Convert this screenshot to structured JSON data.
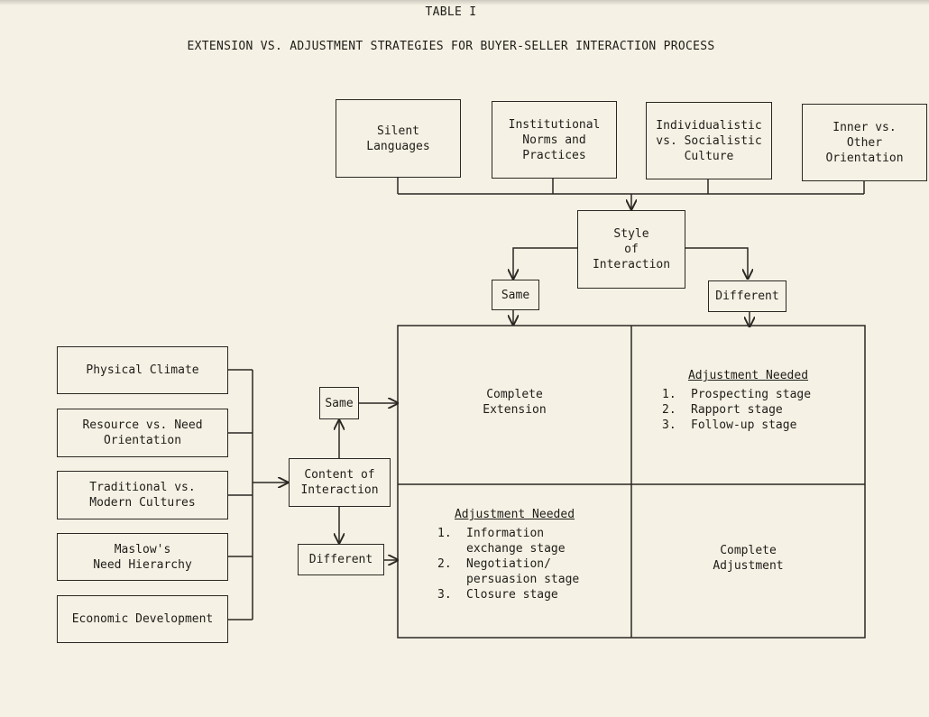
{
  "header": {
    "table_label": "TABLE I",
    "title": "EXTENSION VS. ADJUSTMENT STRATEGIES FOR BUYER-SELLER INTERACTION PROCESS"
  },
  "style_factors": [
    {
      "line1": "Silent",
      "line2": "Languages",
      "line3": ""
    },
    {
      "line1": "Institutional",
      "line2": "Norms and",
      "line3": "Practices"
    },
    {
      "line1": "Individualistic",
      "line2": "vs. Socialistic",
      "line3": "Culture"
    },
    {
      "line1": "Inner vs.",
      "line2": "Other",
      "line3": "Orientation"
    }
  ],
  "style_node": {
    "line1": "Style",
    "line2": "of",
    "line3": "Interaction"
  },
  "style_branches": {
    "same": "Same",
    "different": "Different"
  },
  "content_factors": [
    {
      "line1": "Physical Climate",
      "line2": ""
    },
    {
      "line1": "Resource vs. Need",
      "line2": "Orientation"
    },
    {
      "line1": "Traditional vs.",
      "line2": "Modern Cultures"
    },
    {
      "line1": "Maslow's",
      "line2": "Need Hierarchy"
    },
    {
      "line1": "Economic Development",
      "line2": ""
    }
  ],
  "content_node": {
    "line1": "Content of",
    "line2": "Interaction"
  },
  "content_branches": {
    "same": "Same",
    "different": "Different"
  },
  "matrix": {
    "same_same": {
      "line1": "Complete",
      "line2": "Extension"
    },
    "same_different": {
      "title": "Adjustment Needed",
      "items": [
        {
          "num": "1.",
          "text": "Prospecting stage"
        },
        {
          "num": "2.",
          "text": "Rapport stage"
        },
        {
          "num": "3.",
          "text": "Follow-up stage"
        }
      ]
    },
    "different_same": {
      "title": "Adjustment Needed",
      "items": [
        {
          "num": "1.",
          "text": "Information\nexchange stage"
        },
        {
          "num": "2.",
          "text": "Negotiation/\npersuasion stage"
        },
        {
          "num": "3.",
          "text": "Closure stage"
        }
      ]
    },
    "different_different": {
      "line1": "Complete",
      "line2": "Adjustment"
    }
  }
}
